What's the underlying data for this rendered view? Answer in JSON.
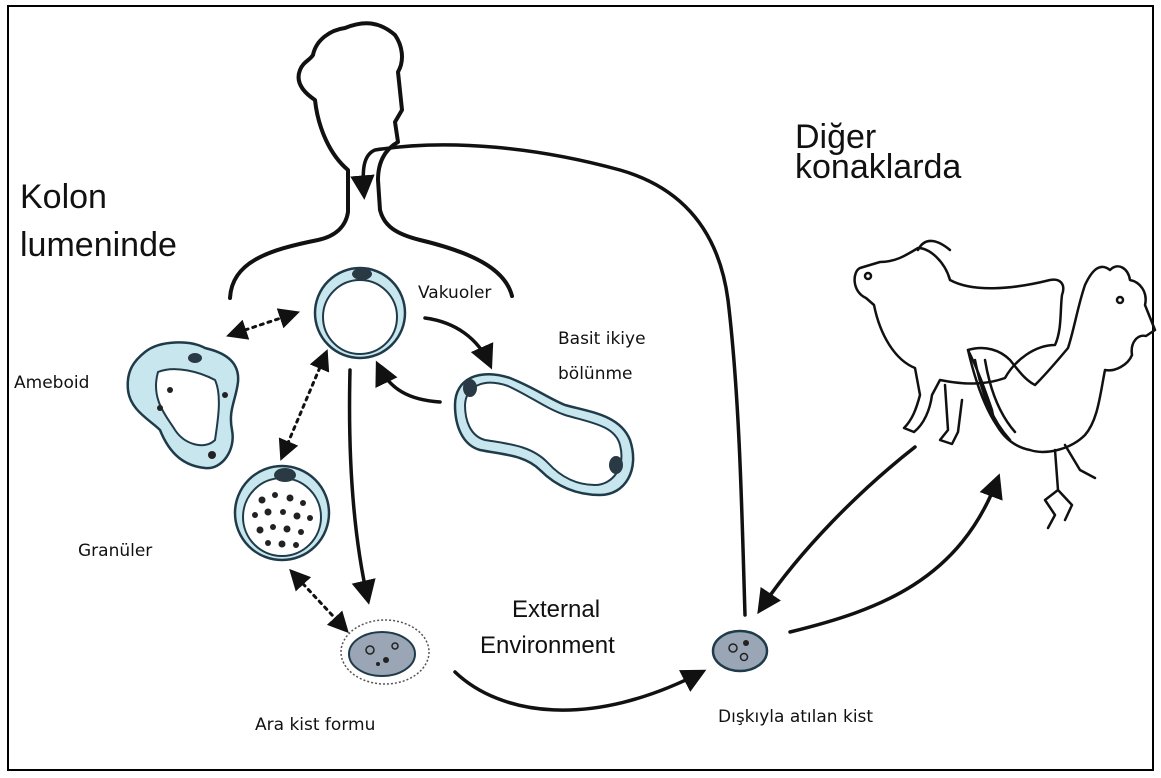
{
  "diagram": {
    "labels": {
      "host_other": "Diğer",
      "host_other_2": "konaklarda",
      "colon": "Kolon",
      "colon_2": "lumeninde",
      "vacuolar": "Vakuoler",
      "binary_fission": "Basit ikiye",
      "binary_fission_2": "bölünme",
      "amoeboid": "Ameboid",
      "granular": "Granüler",
      "external": "External",
      "external_2": "Environment",
      "intermediate_cyst": "Ara kist formu",
      "fecal_cyst": "Dışkıyla atılan kist"
    },
    "colors": {
      "cell_fill": "#c8e6ee",
      "cell_stroke": "#1f3b4a",
      "cyst_fill": "#9aa5b5",
      "line": "#111111"
    },
    "icons": [
      "human-silhouette-icon",
      "pig-icon",
      "rooster-icon"
    ]
  }
}
